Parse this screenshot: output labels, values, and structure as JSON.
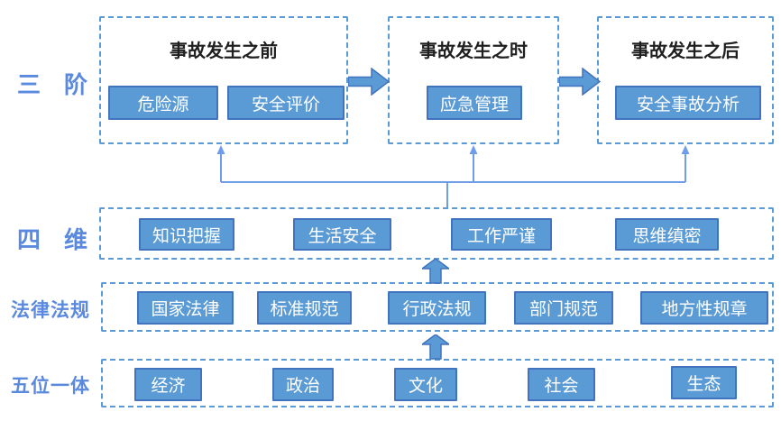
{
  "palette": {
    "button_fill": "#5b9bd5",
    "button_border": "#4173be",
    "dashed_border": "#5b9bd5",
    "side_label_color": "#5a89de",
    "connector_color": "#6f9de9",
    "title_color": "#1f1f1f"
  },
  "rows": {
    "stages": {
      "label": "三　阶",
      "boxes": [
        {
          "title": "事故发生之前",
          "buttons": [
            "危险源",
            "安全评价"
          ]
        },
        {
          "title": "事故发生之时",
          "buttons": [
            "应急管理"
          ]
        },
        {
          "title": "事故发生之后",
          "buttons": [
            "安全事故分析"
          ]
        }
      ]
    },
    "dimensions": {
      "label": "四　维",
      "buttons": [
        "知识把握",
        "生活安全",
        "工作严谨",
        "思维缜密"
      ]
    },
    "laws": {
      "label": "法律法规",
      "buttons": [
        "国家法律",
        "标准规范",
        "行政法规",
        "部门规范",
        "地方性规章"
      ]
    },
    "five": {
      "label": "五位一体",
      "buttons": [
        "经济",
        "政治",
        "文化",
        "社会",
        "生态"
      ]
    }
  },
  "icons": {
    "right_block_arrow": "right-block-arrow-icon",
    "up_block_arrow": "up-block-arrow-icon",
    "thin_up_arrows": "connector-up-arrows"
  }
}
